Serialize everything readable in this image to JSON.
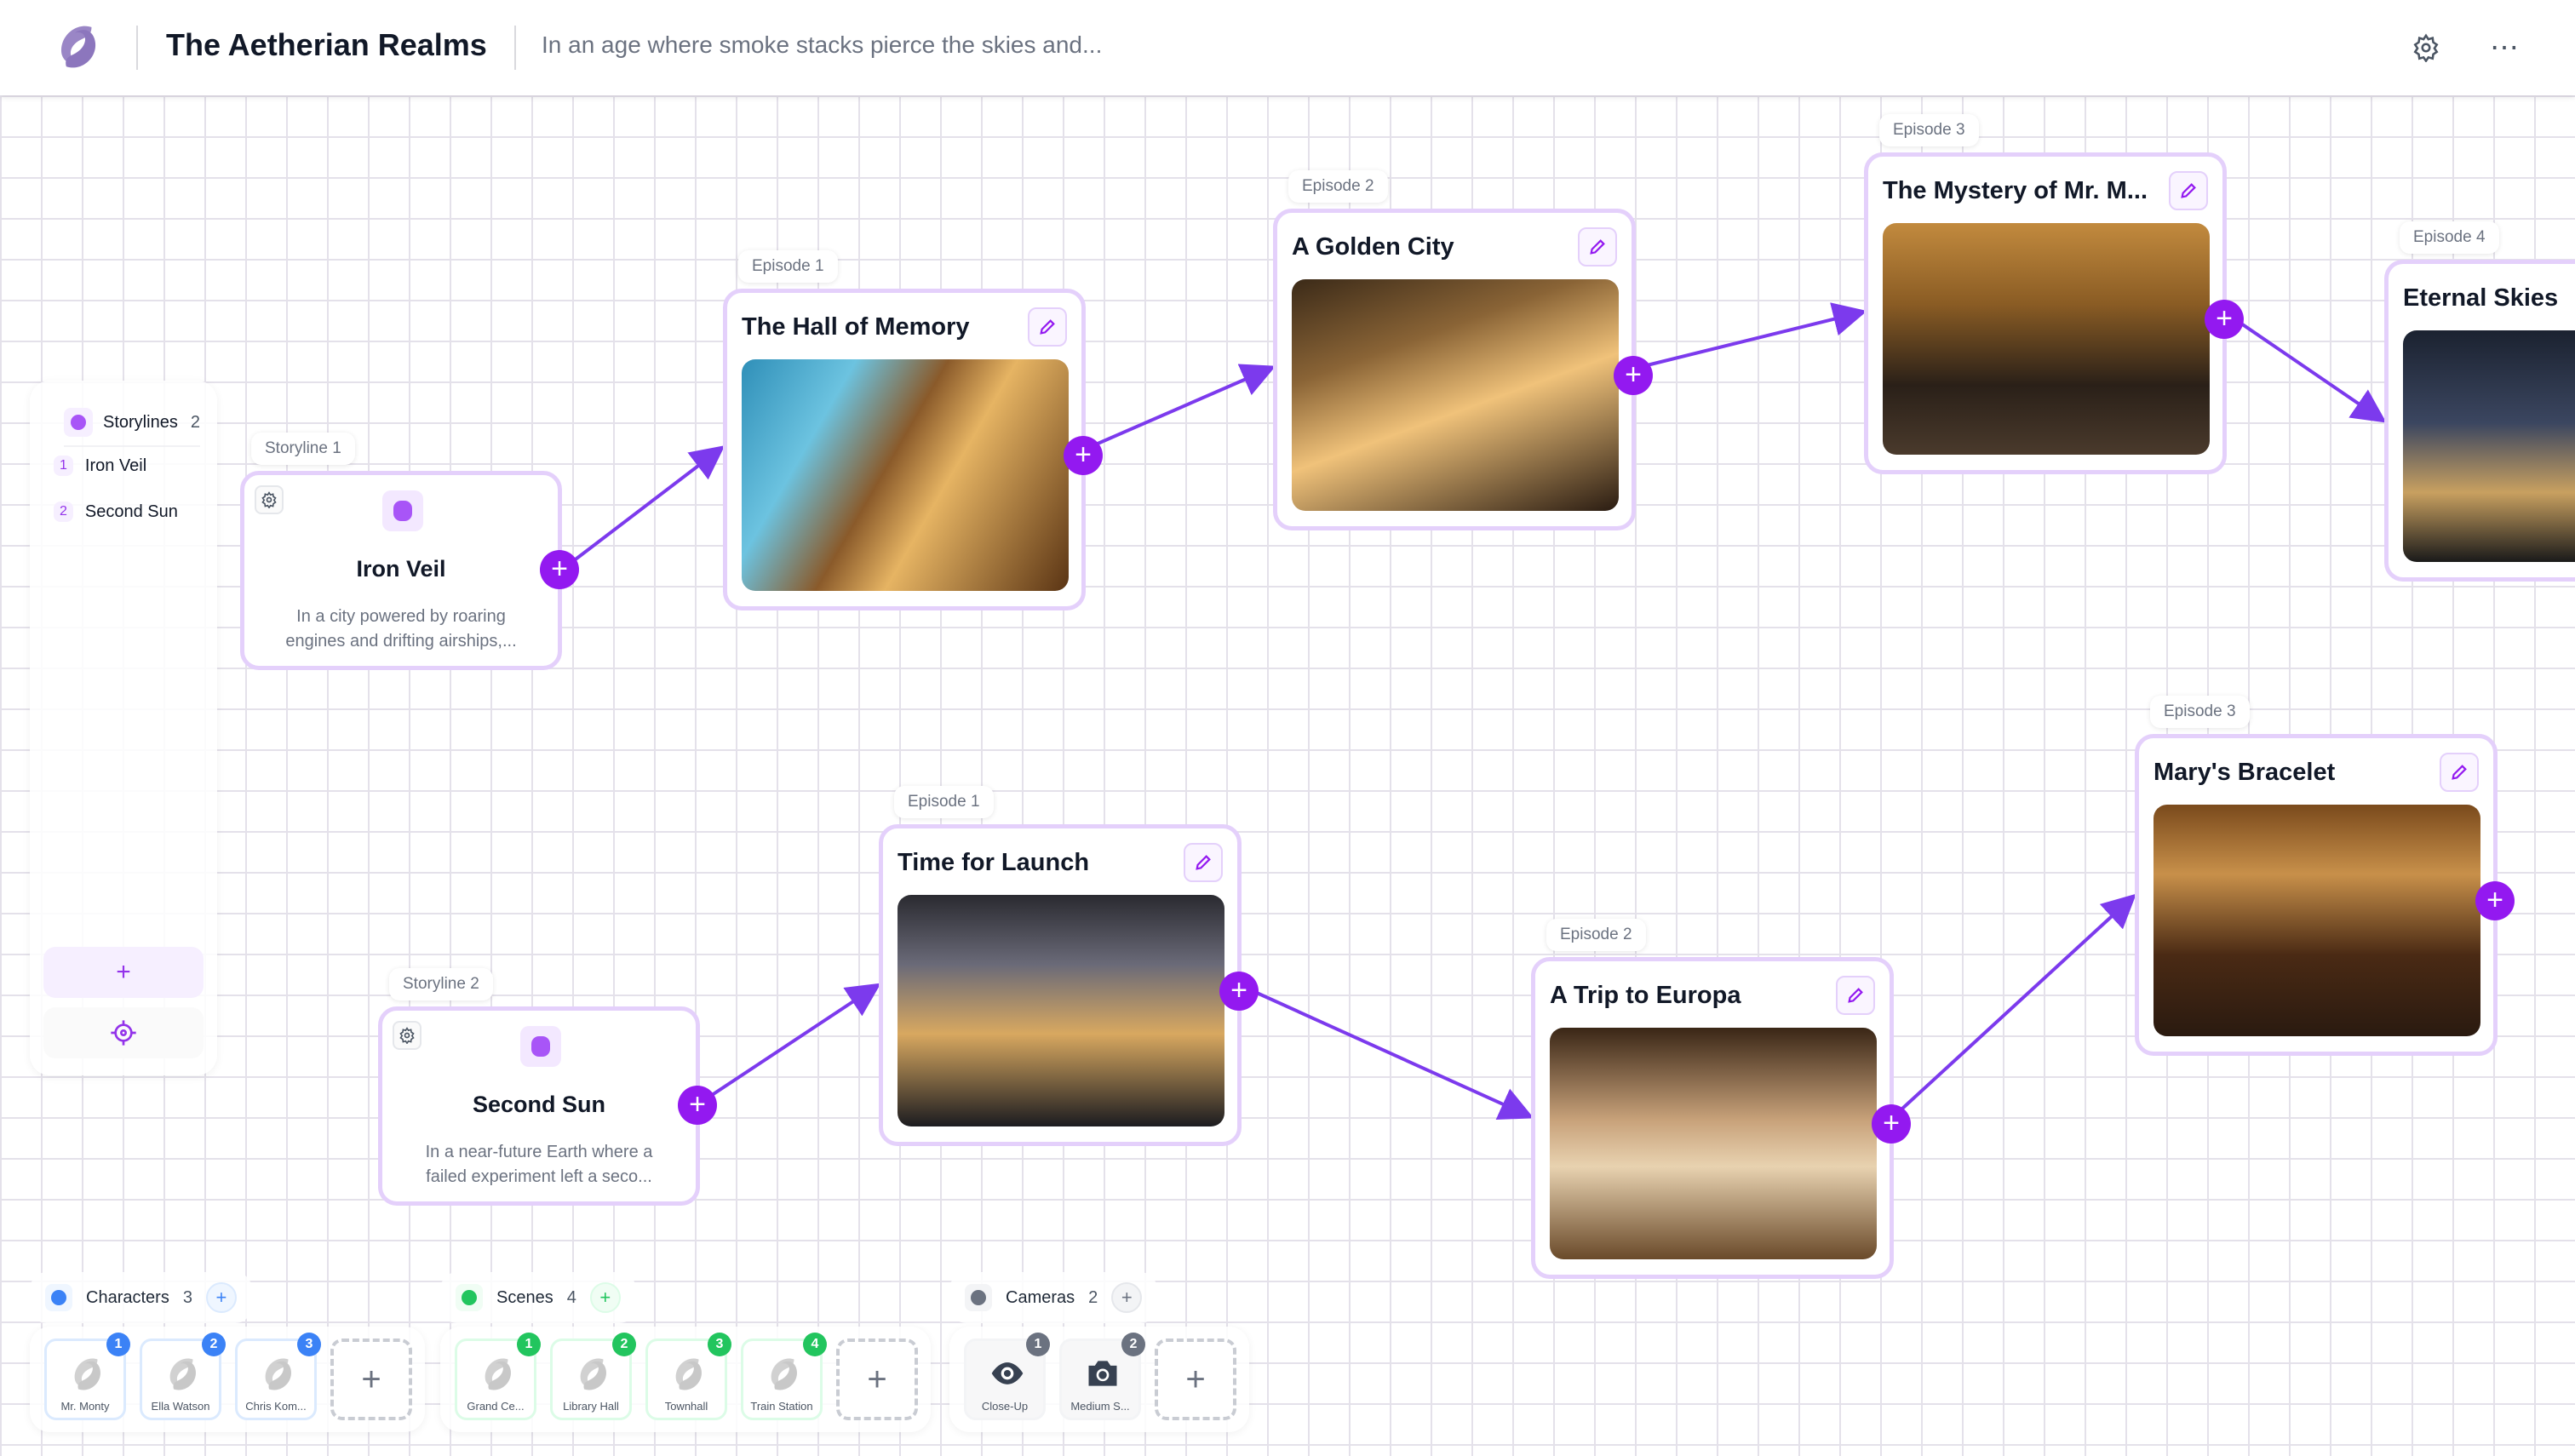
{
  "header": {
    "title": "The Aetherian Realms",
    "subtitle": "In an age where smoke stacks pierce the skies and...",
    "settings_icon": "gear-icon",
    "more_icon": "more-horizontal-icon"
  },
  "storylines_panel": {
    "label": "Storylines",
    "count": "2",
    "color": "#a855f7",
    "items": [
      {
        "num": "1",
        "label": "Iron Veil"
      },
      {
        "num": "2",
        "label": "Second Sun"
      }
    ],
    "add_label": "+",
    "locate_icon": "crosshair-icon"
  },
  "storylines": [
    {
      "tag": "Storyline 1",
      "title": "Iron Veil",
      "description": "In a city powered by roaring engines and drifting airships,...",
      "episodes": [
        {
          "tag": "Episode 1",
          "title": "The Hall of Memory"
        },
        {
          "tag": "Episode 2",
          "title": "A Golden City"
        },
        {
          "tag": "Episode 3",
          "title": "The Mystery of Mr. M..."
        },
        {
          "tag": "Episode 4",
          "title": "Eternal Skies"
        }
      ]
    },
    {
      "tag": "Storyline 2",
      "title": "Second Sun",
      "description": "In a near-future Earth where a failed experiment left a seco...",
      "episodes": [
        {
          "tag": "Episode 1",
          "title": "Time for Launch"
        },
        {
          "tag": "Episode 2",
          "title": "A Trip to Europa"
        },
        {
          "tag": "Episode 3",
          "title": "Mary's Bracelet"
        }
      ]
    }
  ],
  "bottom": {
    "characters": {
      "label": "Characters",
      "count": "3",
      "color": "#3b82f6",
      "items": [
        {
          "num": "1",
          "label": "Mr. Monty"
        },
        {
          "num": "2",
          "label": "Ella Watson"
        },
        {
          "num": "3",
          "label": "Chris Kom..."
        }
      ]
    },
    "scenes": {
      "label": "Scenes",
      "count": "4",
      "color": "#22c55e",
      "items": [
        {
          "num": "1",
          "label": "Grand Ce..."
        },
        {
          "num": "2",
          "label": "Library Hall"
        },
        {
          "num": "3",
          "label": "Townhall"
        },
        {
          "num": "4",
          "label": "Train Station"
        }
      ]
    },
    "cameras": {
      "label": "Cameras",
      "count": "2",
      "color": "#6b7280",
      "items": [
        {
          "num": "1",
          "label": "Close-Up",
          "icon": "eye-icon"
        },
        {
          "num": "2",
          "label": "Medium S...",
          "icon": "camera-icon"
        }
      ]
    }
  },
  "colors": {
    "accent": "#9319f0",
    "card_border": "#e4d0fb",
    "edge": "#7c3aed"
  }
}
